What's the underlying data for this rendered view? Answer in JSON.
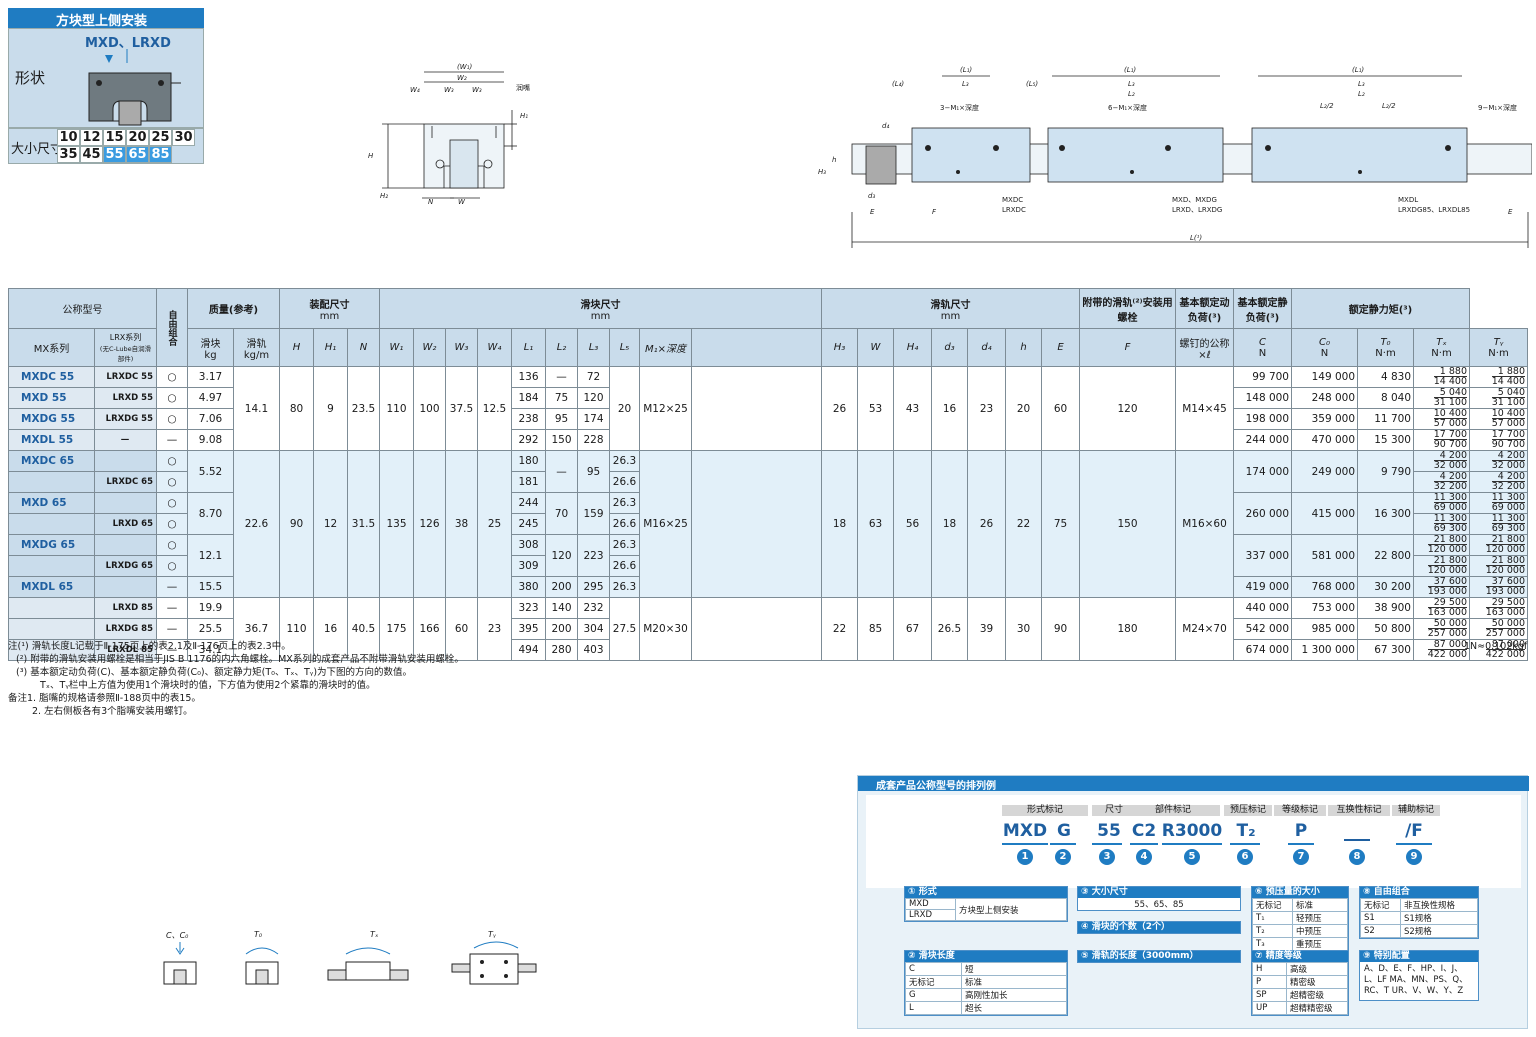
{
  "mount": {
    "title": "方块型上侧安装",
    "models": "MXD、LRXD",
    "shape_label": "形状",
    "size_label": "大小尺寸",
    "sizes_row1": [
      "10",
      "12",
      "15",
      "20",
      "25",
      "30"
    ],
    "sizes_row2": [
      "35",
      "45",
      "55",
      "65",
      "85"
    ]
  },
  "colors": {
    "accent": "#1f7cc2",
    "header_bg": "#c9dceb",
    "highlight_bg": "#e2f0f9",
    "model_text": "#1f5fa0"
  },
  "drawing": {
    "w1": "(W₁)",
    "w2": "W₂",
    "w3": "W₃",
    "w4": "W₄",
    "w5": "W₃",
    "grease": "润嘴",
    "h": "H",
    "h1": "H₁",
    "h2": "H₂",
    "n": "N",
    "w": "W",
    "l1": "(L₁)",
    "l2": "L₂",
    "l3": "L₃",
    "l4": "(L₄)",
    "l5": "(L₅)",
    "l2h": "L₂/2",
    "m1a": "3−M₁×深度",
    "m1b": "6−M₁×深度",
    "m1c": "9−M₁×深度",
    "d4": "d₄",
    "h_small": "h",
    "d3": "d₃",
    "h3": "H₃",
    "e": "E",
    "f": "F",
    "l": "L(¹)",
    "cap1": [
      "MXDC",
      "LRXDC"
    ],
    "cap2": [
      "MXD、MXDG",
      "LRXD、LRXDG"
    ],
    "cap3": [
      "MXDL",
      "LRXDG85、LRXDL85"
    ]
  },
  "table": {
    "h_model": "公称型号",
    "h_mx": "MX系列",
    "h_lrx": "LRX系列",
    "h_lrx_sub": "(无C-Lube自润滑部件)",
    "h_free": "自由组合",
    "h_mass": "质量(参考)",
    "h_block": "滑块",
    "h_kg": "kg",
    "h_rail": "滑轨",
    "h_kgm": "kg/m",
    "h_assy": "装配尺寸",
    "h_mm": "mm",
    "h_blockdim": "滑块尺寸",
    "h_raildim": "滑轨尺寸",
    "h_bolt": "附带的滑轨⁽²⁾安装用螺栓",
    "h_bolt2": "螺钉的公称×ℓ",
    "h_c": "基本额定动负荷(³)",
    "h_c0": "基本额定静负荷(³)",
    "h_t": "额定静力矩(³)",
    "h_N": "N",
    "h_Nm": "N·m",
    "cols": [
      "H",
      "H₁",
      "N",
      "W₁",
      "W₂",
      "W₃",
      "W₄",
      "L₁",
      "L₂",
      "L₃",
      "L₅",
      "M₁×深度",
      "H₃",
      "W",
      "H₄",
      "d₃",
      "d₄",
      "h",
      "E",
      "F",
      "C",
      "C₀",
      "T₀",
      "Tₓ",
      "Tᵧ"
    ],
    "rows": [
      {
        "mx": "MXDC  55",
        "lrx": "LRXDC 55",
        "free": "○",
        "kg": "3.17",
        "l1": "136",
        "l2": "—",
        "l3": "72",
        "c": "99 700",
        "c0": "149 000",
        "t0": "4 830",
        "tx": [
          "1 880",
          "14 400"
        ],
        "ty": [
          "1 880",
          "14 400"
        ]
      },
      {
        "mx": "MXD    55",
        "lrx": "LRXD   55",
        "free": "○",
        "kg": "4.97",
        "l1": "184",
        "l2": "75",
        "l3": "120",
        "c": "148 000",
        "c0": "248 000",
        "t0": "8 040",
        "tx": [
          "5 040",
          "31 100"
        ],
        "ty": [
          "5 040",
          "31 100"
        ]
      },
      {
        "mx": "MXDG  55",
        "lrx": "LRXDG 55",
        "free": "○",
        "kg": "7.06",
        "l1": "238",
        "l2": "95",
        "l3": "174",
        "c": "198 000",
        "c0": "359 000",
        "t0": "11 700",
        "tx": [
          "10 400",
          "57 000"
        ],
        "ty": [
          "10 400",
          "57 000"
        ]
      },
      {
        "mx": "MXDL  55",
        "lrx": "—",
        "free": "—",
        "kg": "9.08",
        "l1": "292",
        "l2": "150",
        "l3": "228",
        "c": "244 000",
        "c0": "470 000",
        "t0": "15 300",
        "tx": [
          "17 700",
          "90 700"
        ],
        "ty": [
          "17 700",
          "90 700"
        ]
      }
    ],
    "g55": {
      "kgm": "14.1",
      "h": "80",
      "h1": "9",
      "n": "23.5",
      "w1": "110",
      "w2": "100",
      "w3": "37.5",
      "w4": "12.5",
      "l5": "20",
      "m1": "M12×25",
      "h3": "26",
      "w": "53",
      "h4": "43",
      "d3": "16",
      "d4": "23",
      "hh": "20",
      "e": "60",
      "f": "120",
      "bolt": "M14×45"
    },
    "rows65": [
      {
        "mx": "MXDC  65",
        "lrx": "",
        "free": "○",
        "l1": "180",
        "l5": "26.3",
        "tx": [
          "4 200",
          "32 000"
        ],
        "ty": [
          "4 200",
          "32 000"
        ]
      },
      {
        "mx": "",
        "lrx": "LRXDC 65",
        "free": "○",
        "l1": "181",
        "l5": "26.6",
        "tx": [
          "4 200",
          "32 200"
        ],
        "ty": [
          "4 200",
          "32 200"
        ]
      },
      {
        "mx": "MXD    65",
        "lrx": "",
        "free": "○",
        "l1": "244",
        "l5": "26.3",
        "tx": [
          "11 300",
          "69 000"
        ],
        "ty": [
          "11 300",
          "69 000"
        ]
      },
      {
        "mx": "",
        "lrx": "LRXD   65",
        "free": "○",
        "l1": "245",
        "l5": "26.6",
        "tx": [
          "11 300",
          "69 300"
        ],
        "ty": [
          "11 300",
          "69 300"
        ]
      },
      {
        "mx": "MXDG  65",
        "lrx": "",
        "free": "○",
        "l1": "308",
        "l5": "26.3",
        "tx": [
          "21 800",
          "120 000"
        ],
        "ty": [
          "21 800",
          "120 000"
        ]
      },
      {
        "mx": "",
        "lrx": "LRXDG 65",
        "free": "○",
        "l1": "309",
        "l5": "26.6",
        "tx": [
          "21 800",
          "120 000"
        ],
        "ty": [
          "21 800",
          "120 000"
        ]
      },
      {
        "mx": "MXDL  65",
        "lrx": "",
        "free": "—",
        "l1": "380",
        "l5": "26.3",
        "tx": [
          "37 600",
          "193 000"
        ],
        "ty": [
          "37 600",
          "193 000"
        ]
      }
    ],
    "g65": {
      "kg": [
        "5.52",
        "8.70",
        "12.1",
        "15.5"
      ],
      "l2": [
        "—",
        "70",
        "120",
        "200"
      ],
      "l3": [
        "95",
        "159",
        "223",
        "295"
      ],
      "c": [
        "174 000",
        "260 000",
        "337 000",
        "419 000"
      ],
      "c0": [
        "249 000",
        "415 000",
        "581 000",
        "768 000"
      ],
      "t0": [
        "9 790",
        "16 300",
        "22 800",
        "30 200"
      ],
      "kgm": "22.6",
      "h": "90",
      "h1": "12",
      "n": "31.5",
      "w1": "135",
      "w2": "126",
      "w3": "38",
      "w4": "25",
      "m1": "M16×25",
      "h3": "18",
      "w": "63",
      "h4": "56",
      "d3": "18",
      "d4": "26",
      "hh": "22",
      "e": "75",
      "f": "150",
      "bolt": "M16×60"
    },
    "rows85": [
      {
        "lrx": "LRXD   85",
        "free": "—",
        "kg": "19.9",
        "l1": "323",
        "l2": "140",
        "l3": "232",
        "c": "440 000",
        "c0": "753 000",
        "t0": "38 900",
        "tx": [
          "29 500",
          "163 000"
        ],
        "ty": [
          "29 500",
          "163 000"
        ]
      },
      {
        "lrx": "LRXDG 85",
        "free": "—",
        "kg": "25.5",
        "l1": "395",
        "l2": "200",
        "l3": "304",
        "c": "542 000",
        "c0": "985 000",
        "t0": "50 800",
        "tx": [
          "50 000",
          "257 000"
        ],
        "ty": [
          "50 000",
          "257 000"
        ]
      },
      {
        "lrx": "LRXDL 85",
        "free": "—",
        "kg": "34.1",
        "l1": "494",
        "l2": "280",
        "l3": "403",
        "c": "674 000",
        "c0": "1 300 000",
        "t0": "67 300",
        "tx": [
          "87 000",
          "422 000"
        ],
        "ty": [
          "87 000",
          "422 000"
        ]
      }
    ],
    "g85": {
      "kgm": "36.7",
      "h": "110",
      "h1": "16",
      "n": "40.5",
      "w1": "175",
      "w2": "166",
      "w3": "60",
      "w4": "23",
      "l5": "27.5",
      "m1": "M20×30",
      "h3": "22",
      "w": "85",
      "h4": "67",
      "d3": "26.5",
      "d4": "39",
      "hh": "30",
      "e": "90",
      "f": "180",
      "bolt": "M24×70"
    }
  },
  "notes": [
    "注(¹)  滑轨长度L记载于Ⅱ-175页上的表2.1及Ⅱ-176页上的表2.3中。",
    "(²)  附带的滑轨安装用螺栓是相当于JIS B 1176的内六角螺栓。MX系列的成套产品不附带滑轨安装用螺栓。",
    "(³)  基本额定动负荷(C)、基本额定静负荷(C₀)、额定静力矩(T₀、Tₓ、Tᵧ)为下图的方向的数值。",
    "Tₓ、Tᵧ栏中上方值为使用1个滑块时的值，下方值为使用2个紧靠的滑块时的值。",
    "备注1. 脂嘴的规格请参照Ⅱ-188页中的表15。",
    "2. 左右侧板各有3个脂嘴安装用螺钉。"
  ],
  "unit_note": "1N≈0.102kgf",
  "load_labels": [
    "C、C₀",
    "T₀",
    "Tₓ",
    "Tᵧ"
  ],
  "order": {
    "title": "成套产品公称型号的排列例",
    "labels": [
      "形式标记",
      "尺寸",
      "部件标记",
      "预压标记",
      "等级标记",
      "互换性标记",
      "辅助标记"
    ],
    "codes": [
      "MXD",
      "G",
      "55",
      "C2",
      "R3000",
      "T₂",
      "P",
      "",
      "/F"
    ],
    "nums": [
      "1",
      "2",
      "3",
      "4",
      "5",
      "6",
      "7",
      "8",
      "9"
    ],
    "s1": {
      "title": "① 形式",
      "rows": [
        [
          "MXD",
          "方块型上侧安装"
        ],
        [
          "LRXD",
          ""
        ]
      ]
    },
    "s2": {
      "title": "② 滑块长度",
      "rows": [
        [
          "C",
          "短"
        ],
        [
          "无标记",
          "标准"
        ],
        [
          "G",
          "高刚性加长"
        ],
        [
          "L",
          "超长"
        ]
      ]
    },
    "s3": {
      "title": "③ 大小尺寸",
      "value": "55、65、85"
    },
    "s4": {
      "title": "④ 滑块的个数（2个）"
    },
    "s5": {
      "title": "⑤ 滑轨的长度（3000mm）"
    },
    "s6": {
      "title": "⑥ 预压量的大小",
      "rows": [
        [
          "无标记",
          "标准"
        ],
        [
          "T₁",
          "轻预压"
        ],
        [
          "T₂",
          "中预压"
        ],
        [
          "T₃",
          "重预压"
        ]
      ]
    },
    "s7": {
      "title": "⑦ 精度等级",
      "rows": [
        [
          "H",
          "高级"
        ],
        [
          "P",
          "精密级"
        ],
        [
          "SP",
          "超精密级"
        ],
        [
          "UP",
          "超精精密级"
        ]
      ]
    },
    "s8": {
      "title": "⑧ 自由组合",
      "rows": [
        [
          "无标记",
          "非互换性规格"
        ],
        [
          "S1",
          "S1规格"
        ],
        [
          "S2",
          "S2规格"
        ]
      ]
    },
    "s9": {
      "title": "⑨ 特别配置",
      "value": "A、D、E、F、HP、I、J、L、LF MA、MN、PS、Q、RC、T UR、V、W、Y、Z"
    }
  }
}
